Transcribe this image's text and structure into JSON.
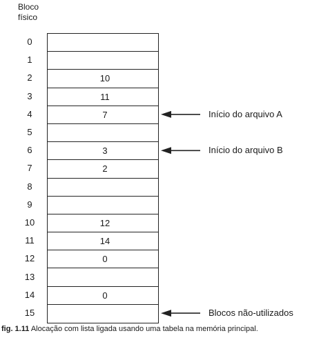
{
  "header": {
    "line1": "Bloco",
    "line2": "físico"
  },
  "blocks": [
    {
      "index": "0",
      "value": ""
    },
    {
      "index": "1",
      "value": ""
    },
    {
      "index": "2",
      "value": "10"
    },
    {
      "index": "3",
      "value": "11"
    },
    {
      "index": "4",
      "value": "7"
    },
    {
      "index": "5",
      "value": ""
    },
    {
      "index": "6",
      "value": "3"
    },
    {
      "index": "7",
      "value": "2"
    },
    {
      "index": "8",
      "value": ""
    },
    {
      "index": "9",
      "value": ""
    },
    {
      "index": "10",
      "value": "12"
    },
    {
      "index": "11",
      "value": "14"
    },
    {
      "index": "12",
      "value": "0"
    },
    {
      "index": "13",
      "value": ""
    },
    {
      "index": "14",
      "value": "0"
    },
    {
      "index": "15",
      "value": ""
    }
  ],
  "pointers": [
    {
      "block": 4,
      "label": "Início do arquivo A"
    },
    {
      "block": 6,
      "label": "Início do arquivo B"
    },
    {
      "block": 15,
      "label": "Blocos não-utilizados"
    }
  ],
  "caption": {
    "number": "fig. 1.11",
    "text": "Alocação com lista ligada usando uma tabela na memória principal."
  }
}
